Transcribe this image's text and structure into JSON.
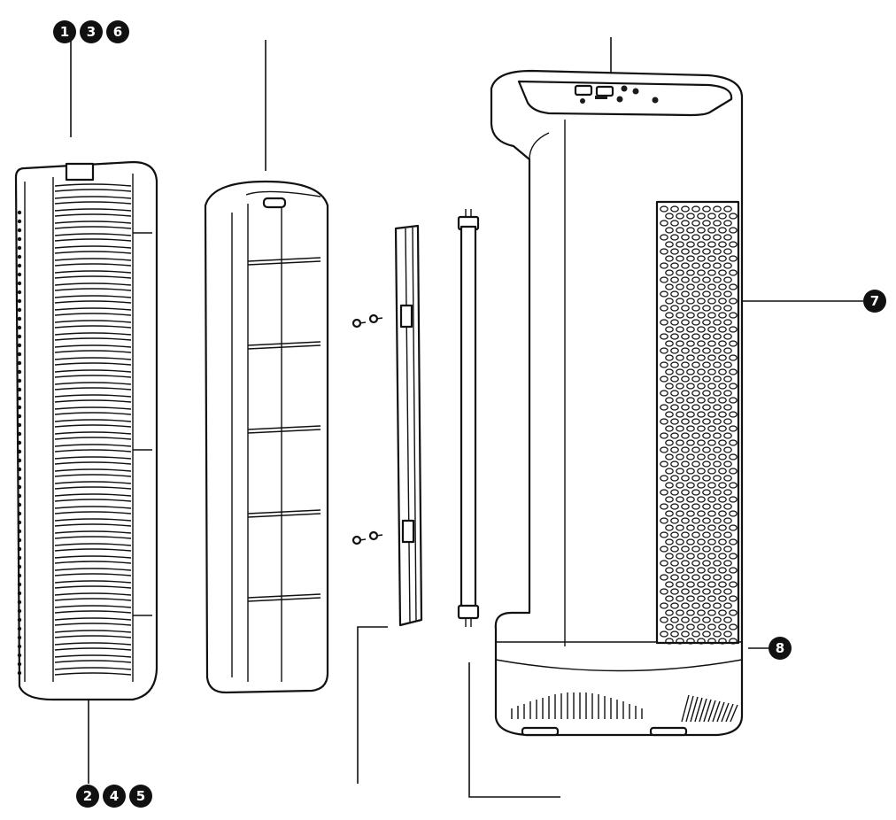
{
  "callouts": {
    "top_left": [
      "1",
      "3",
      "6"
    ],
    "bottom_left": [
      "2",
      "4",
      "5"
    ],
    "right_upper": "7",
    "right_lower": "8"
  },
  "colors": {
    "line": "#111111",
    "badge": "#111111",
    "background": "#ffffff"
  }
}
